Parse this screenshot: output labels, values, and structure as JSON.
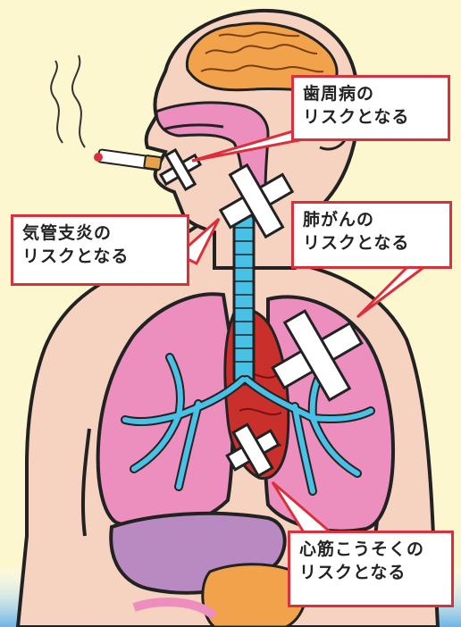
{
  "labels": {
    "periodontal": {
      "line1": "歯周病の",
      "line2": "リスクとなる"
    },
    "bronchitis": {
      "line1": "気管支炎の",
      "line2": "リスクとなる"
    },
    "lung_cancer": {
      "line1": "肺がんの",
      "line2": "リスクとなる"
    },
    "myocardial": {
      "line1": "心筋こうそくの",
      "line2": "リスクとなる"
    }
  },
  "colors": {
    "background": "#fdf7cf",
    "skin": "#f6d3c0",
    "brain": "#f2a24a",
    "lung": "#ec8fbe",
    "bronchi": "#49c0e6",
    "heart": "#c9302c",
    "liver": "#b98ac2",
    "callout_border": "#d9303b",
    "cross": "#ffffff"
  },
  "icons": [
    "cigarette-icon",
    "smoke-icon",
    "cross-mark-icon"
  ]
}
